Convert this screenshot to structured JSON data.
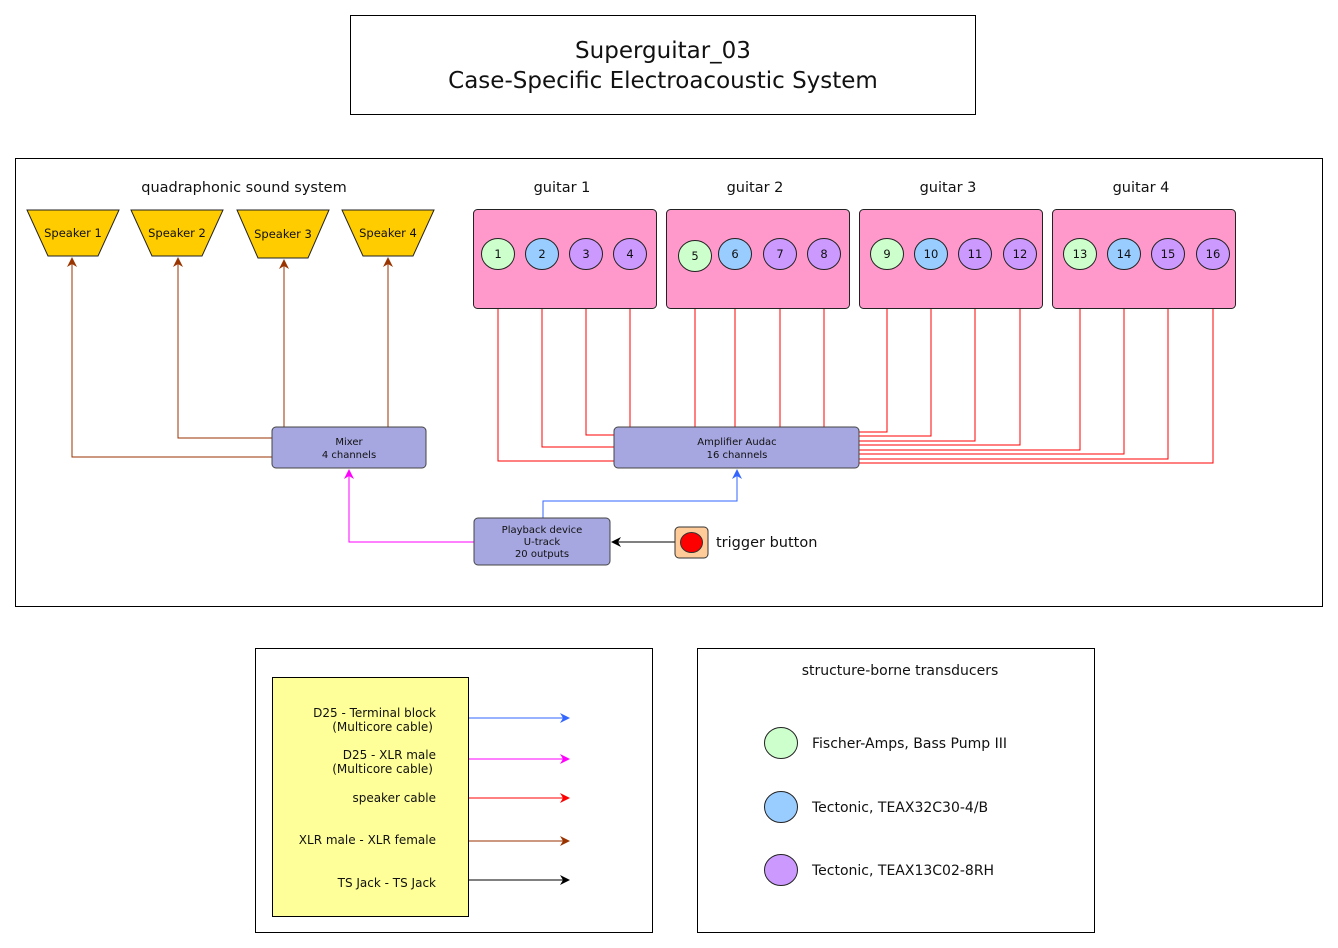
{
  "title": {
    "line1": "Superguitar_03",
    "line2": "Case-Specific Electroacoustic System"
  },
  "colors": {
    "speaker_fill": "#ffcc00",
    "guitar_fill": "#ff99cc",
    "device_fill": "#a6a6e0",
    "trigger_bg": "#ffcc99",
    "trigger_dot": "#ff0000",
    "legend_box": "#ffff99",
    "cable_multicore_terminal": "#3366ff",
    "cable_multicore_xlr": "#ff00ff",
    "cable_speaker": "#ff0000",
    "cable_xlr": "#993300",
    "cable_ts": "#000000",
    "transducer_bass_pump": "#ccffcc",
    "transducer_teax32": "#99ccff",
    "transducer_teax13": "#cc99ff"
  },
  "sound_system": {
    "label": "quadraphonic sound system",
    "speakers": [
      "Speaker 1",
      "Speaker 2",
      "Speaker 3",
      "Speaker 4"
    ]
  },
  "guitars": [
    {
      "label": "guitar 1",
      "transducers": [
        {
          "n": "1",
          "type": "bass_pump"
        },
        {
          "n": "2",
          "type": "teax32"
        },
        {
          "n": "3",
          "type": "teax13"
        },
        {
          "n": "4",
          "type": "teax13"
        }
      ]
    },
    {
      "label": "guitar 2",
      "transducers": [
        {
          "n": "5",
          "type": "bass_pump"
        },
        {
          "n": "6",
          "type": "teax32"
        },
        {
          "n": "7",
          "type": "teax13"
        },
        {
          "n": "8",
          "type": "teax13"
        }
      ]
    },
    {
      "label": "guitar 3",
      "transducers": [
        {
          "n": "9",
          "type": "bass_pump"
        },
        {
          "n": "10",
          "type": "teax32"
        },
        {
          "n": "11",
          "type": "teax13"
        },
        {
          "n": "12",
          "type": "teax13"
        }
      ]
    },
    {
      "label": "guitar 4",
      "transducers": [
        {
          "n": "13",
          "type": "bass_pump"
        },
        {
          "n": "14",
          "type": "teax32"
        },
        {
          "n": "15",
          "type": "teax13"
        },
        {
          "n": "16",
          "type": "teax13"
        }
      ]
    }
  ],
  "devices": {
    "mixer": {
      "line1": "Mixer",
      "line2": "4 channels"
    },
    "amplifier": {
      "line1": "Amplifier Audac",
      "line2": "16 channels"
    },
    "playback": {
      "line1": "Playback device",
      "line2": "U-track",
      "line3": "20 outputs"
    },
    "trigger": {
      "label": "trigger button"
    }
  },
  "connections": [
    {
      "from": "mixer",
      "to": "speakers",
      "cable": "cable_xlr"
    },
    {
      "from": "amplifier",
      "to": "transducers",
      "cable": "cable_speaker"
    },
    {
      "from": "playback",
      "to": "mixer",
      "cable": "cable_multicore_xlr"
    },
    {
      "from": "playback",
      "to": "amplifier",
      "cable": "cable_multicore_terminal"
    },
    {
      "from": "trigger",
      "to": "playback",
      "cable": "cable_ts"
    }
  ],
  "cable_legend": [
    {
      "line1": "D25 - Terminal block",
      "line2": "(Multicore cable)",
      "color_key": "cable_multicore_terminal"
    },
    {
      "line1": "D25 - XLR male",
      "line2": "(Multicore cable)",
      "color_key": "cable_multicore_xlr"
    },
    {
      "line1": "speaker cable",
      "line2": "",
      "color_key": "cable_speaker"
    },
    {
      "line1": "XLR male - XLR female",
      "line2": "",
      "color_key": "cable_xlr"
    },
    {
      "line1": "TS Jack - TS Jack",
      "line2": "",
      "color_key": "cable_ts"
    }
  ],
  "transducer_legend": {
    "title": "structure-borne transducers",
    "items": [
      {
        "label": "Fischer-Amps, Bass Pump III",
        "color_key": "transducer_bass_pump"
      },
      {
        "label": "Tectonic, TEAX32C30-4/B",
        "color_key": "transducer_teax32"
      },
      {
        "label": "Tectonic, TEAX13C02-8RH",
        "color_key": "transducer_teax13"
      }
    ]
  }
}
